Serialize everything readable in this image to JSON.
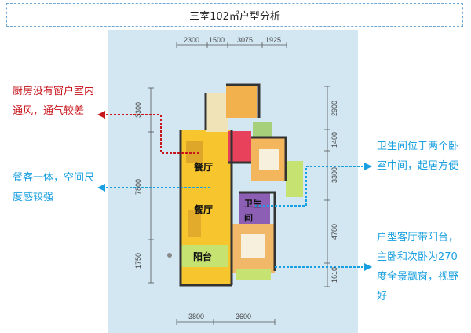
{
  "title": "三室102㎡户型分析",
  "top_dims": [
    "2300",
    "1500",
    "3075",
    "1925"
  ],
  "bottom_dims": [
    "3800",
    "3600"
  ],
  "left_dims": [
    "3300",
    "7800",
    "1750"
  ],
  "right_dims": [
    "2900",
    "1400",
    "3300",
    "4780",
    "1610"
  ],
  "rooms": {
    "dining1": "餐厅",
    "dining2": "餐厅",
    "bathroom": "卫生间",
    "balcony": "阳台"
  },
  "annotations": {
    "kitchen": "厨房没有窗户室内通风，通气较差",
    "living": "餐客一体，空间尺度感较强",
    "bathroom_pos": "卫生间位于两个卧室中间，起居方便",
    "layout": "户型客厅带阳台，主卧和次卧为270度全景飘窗，视野好"
  },
  "colors": {
    "annotation_red": "#c8161d",
    "annotation_blue": "#1aa0e0",
    "living_yellow": "#f7c52e",
    "kitchen_red": "#e8415b",
    "bath_purple": "#8c5fb5",
    "balcony_green": "#c6e271",
    "bg_blue": "#d3e7f3"
  }
}
